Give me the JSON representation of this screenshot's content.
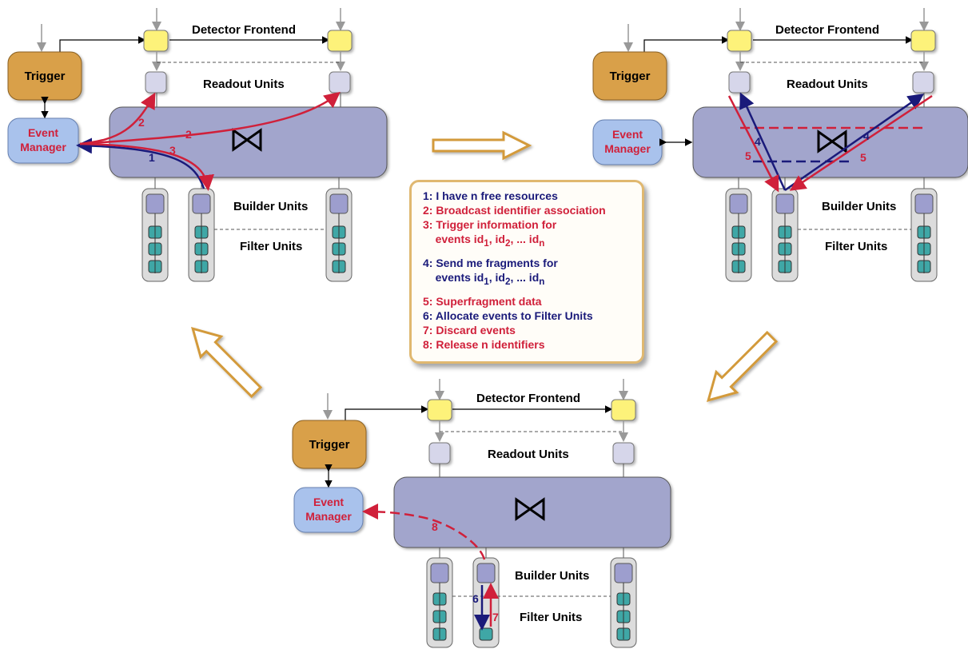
{
  "labels": {
    "detector_frontend": "Detector Frontend",
    "readout_units": "Readout Units",
    "builder_units": "Builder Units",
    "filter_units": "Filter Units",
    "trigger": "Trigger",
    "event": "Event",
    "manager": "Manager"
  },
  "steps": {
    "s1": "1",
    "s2": "2",
    "s3": "3",
    "s4": "4",
    "s5": "5",
    "s6": "6",
    "s7": "7",
    "s8": "8"
  },
  "legend": {
    "l1": "1: I have n free resources",
    "l2": "2: Broadcast identifier association",
    "l3a": "3: Trigger information for",
    "l3b": "events id",
    "l4a": "4: Send me fragments for",
    "l4b": "events id",
    "l5": "5: Superfragment data",
    "l6": "6: Allocate events to Filter Units",
    "l7": "7: Discard events",
    "l8": "8: Release n identifiers",
    "sub1": "1",
    "sub2": "2",
    "subn": "n",
    "sep1": ", id",
    "sep2": ", ... id"
  },
  "colors": {
    "red": "#d0203a",
    "blue": "#1a1a7a",
    "switch": "#a2a5cc",
    "trigger": "#d9a04a",
    "event_manager": "#a9c2ec",
    "frontend": "#fdf27a",
    "filter": "#3fa7a6",
    "arrow_outline": "#d39a3a"
  }
}
